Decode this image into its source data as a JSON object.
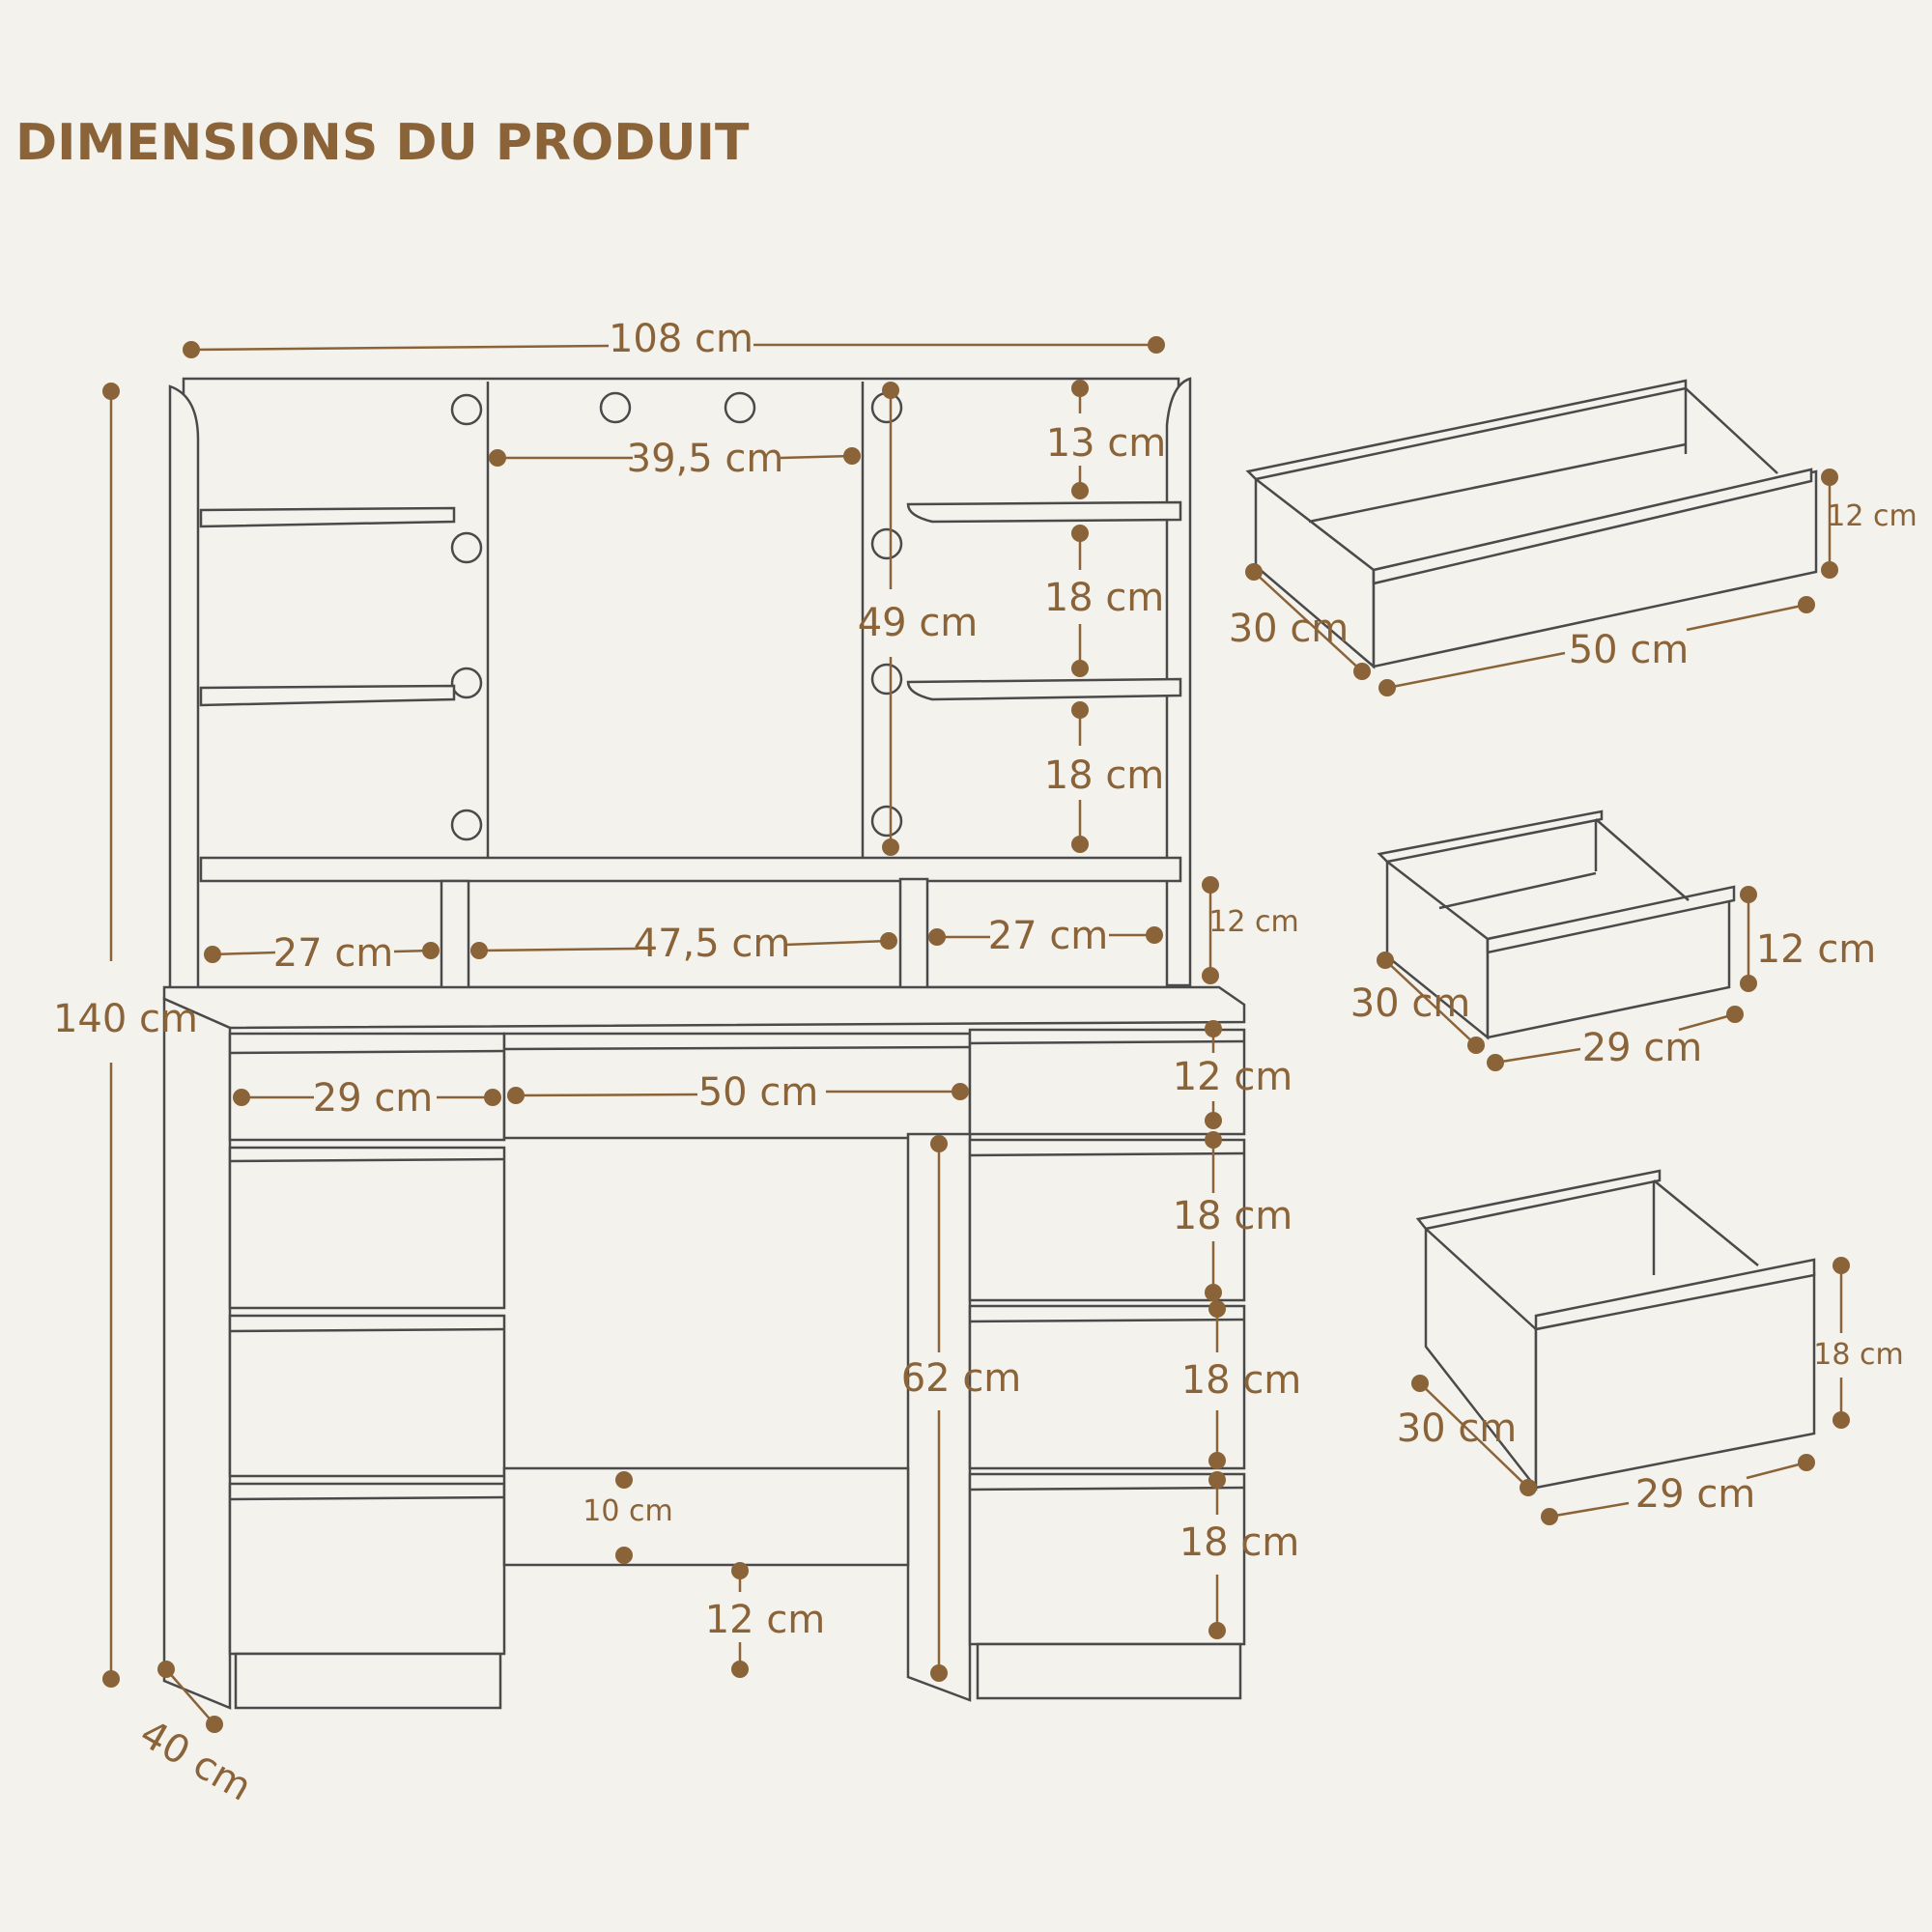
{
  "title": "DIMENSIONS DU PRODUIT",
  "colors": {
    "accent": "#8b6338",
    "line": "#4a4a4a",
    "background": "#f4f2ed"
  },
  "dimensions": {
    "total_width": "108 cm",
    "total_height": "140 cm",
    "depth": "40 cm",
    "mirror_width": "39,5 cm",
    "mirror_height": "49 cm",
    "shelf_gap_top": "13 cm",
    "shelf_gap_mid": "18 cm",
    "shelf_gap_low": "18 cm",
    "left_niche": "27 cm",
    "center_niche": "47,5 cm",
    "right_niche": "27 cm",
    "niche_height": "12 cm",
    "left_drawer_width": "29 cm",
    "center_drawer_width": "50 cm",
    "top_drawer_height": "12 cm",
    "right_drawer_2": "18 cm",
    "right_drawer_3": "18 cm",
    "right_drawer_4": "18 cm",
    "leg_height": "62 cm",
    "panel_height": "10 cm",
    "panel_gap": "12 cm"
  },
  "drawers": [
    {
      "depth": "30 cm",
      "width": "50 cm",
      "height": "12 cm"
    },
    {
      "depth": "30 cm",
      "width": "29 cm",
      "height": "12 cm"
    },
    {
      "depth": "30 cm",
      "width": "29 cm",
      "height": "18 cm"
    }
  ]
}
